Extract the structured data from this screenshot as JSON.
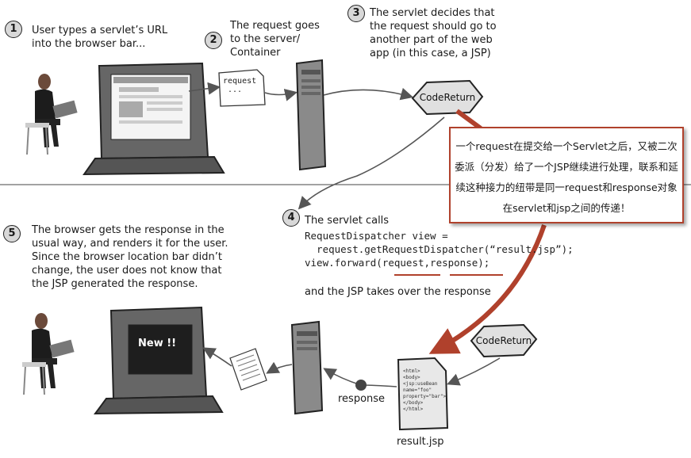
{
  "steps": [
    {
      "number": "1",
      "text": "User types a servlet’s URL\ninto the browser bar..."
    },
    {
      "number": "2",
      "text": "The request goes\nto the server/\nContainer"
    },
    {
      "number": "3",
      "text": "The servlet decides that\nthe request should go to\nanother part of the web\napp (in this case, a JSP)"
    },
    {
      "number": "4",
      "text": "The servlet calls"
    },
    {
      "number": "5",
      "text": "The browser gets the response in the\nusual way, and renders it for the user.\nSince the browser location bar didn’t\nchange, the user does not know that\nthe JSP generated the response."
    }
  ],
  "code": {
    "line1": "RequestDispatcher view =",
    "line2": "  request.getRequestDispatcher(“result.jsp”);",
    "line3": "view.forward(request,response);"
  },
  "after_code": "and the JSP takes over the response",
  "request_note": "request\n ...",
  "code_return_top": "CodeReturn",
  "code_return_bottom": "CodeReturn",
  "screen_text": "New !!",
  "response_label": "response",
  "result_label": "result.jsp",
  "jsp_doc_text": "<html>\n<body>\n<jsp:useBean\nname=\"foo\"\nproperty=\"bar\">\n</body>\n</html>",
  "callout": "一个request在提交给一个Servlet之后，又被二次委派（分发）给了一个JSP继续进行处理，联系和延续这种接力的纽带是同一request和response对象在servlet和jsp之间的传递！",
  "colors": {
    "callout_border": "#b0412c",
    "arrow_red": "#b0412c",
    "underline": "#b0412c"
  }
}
